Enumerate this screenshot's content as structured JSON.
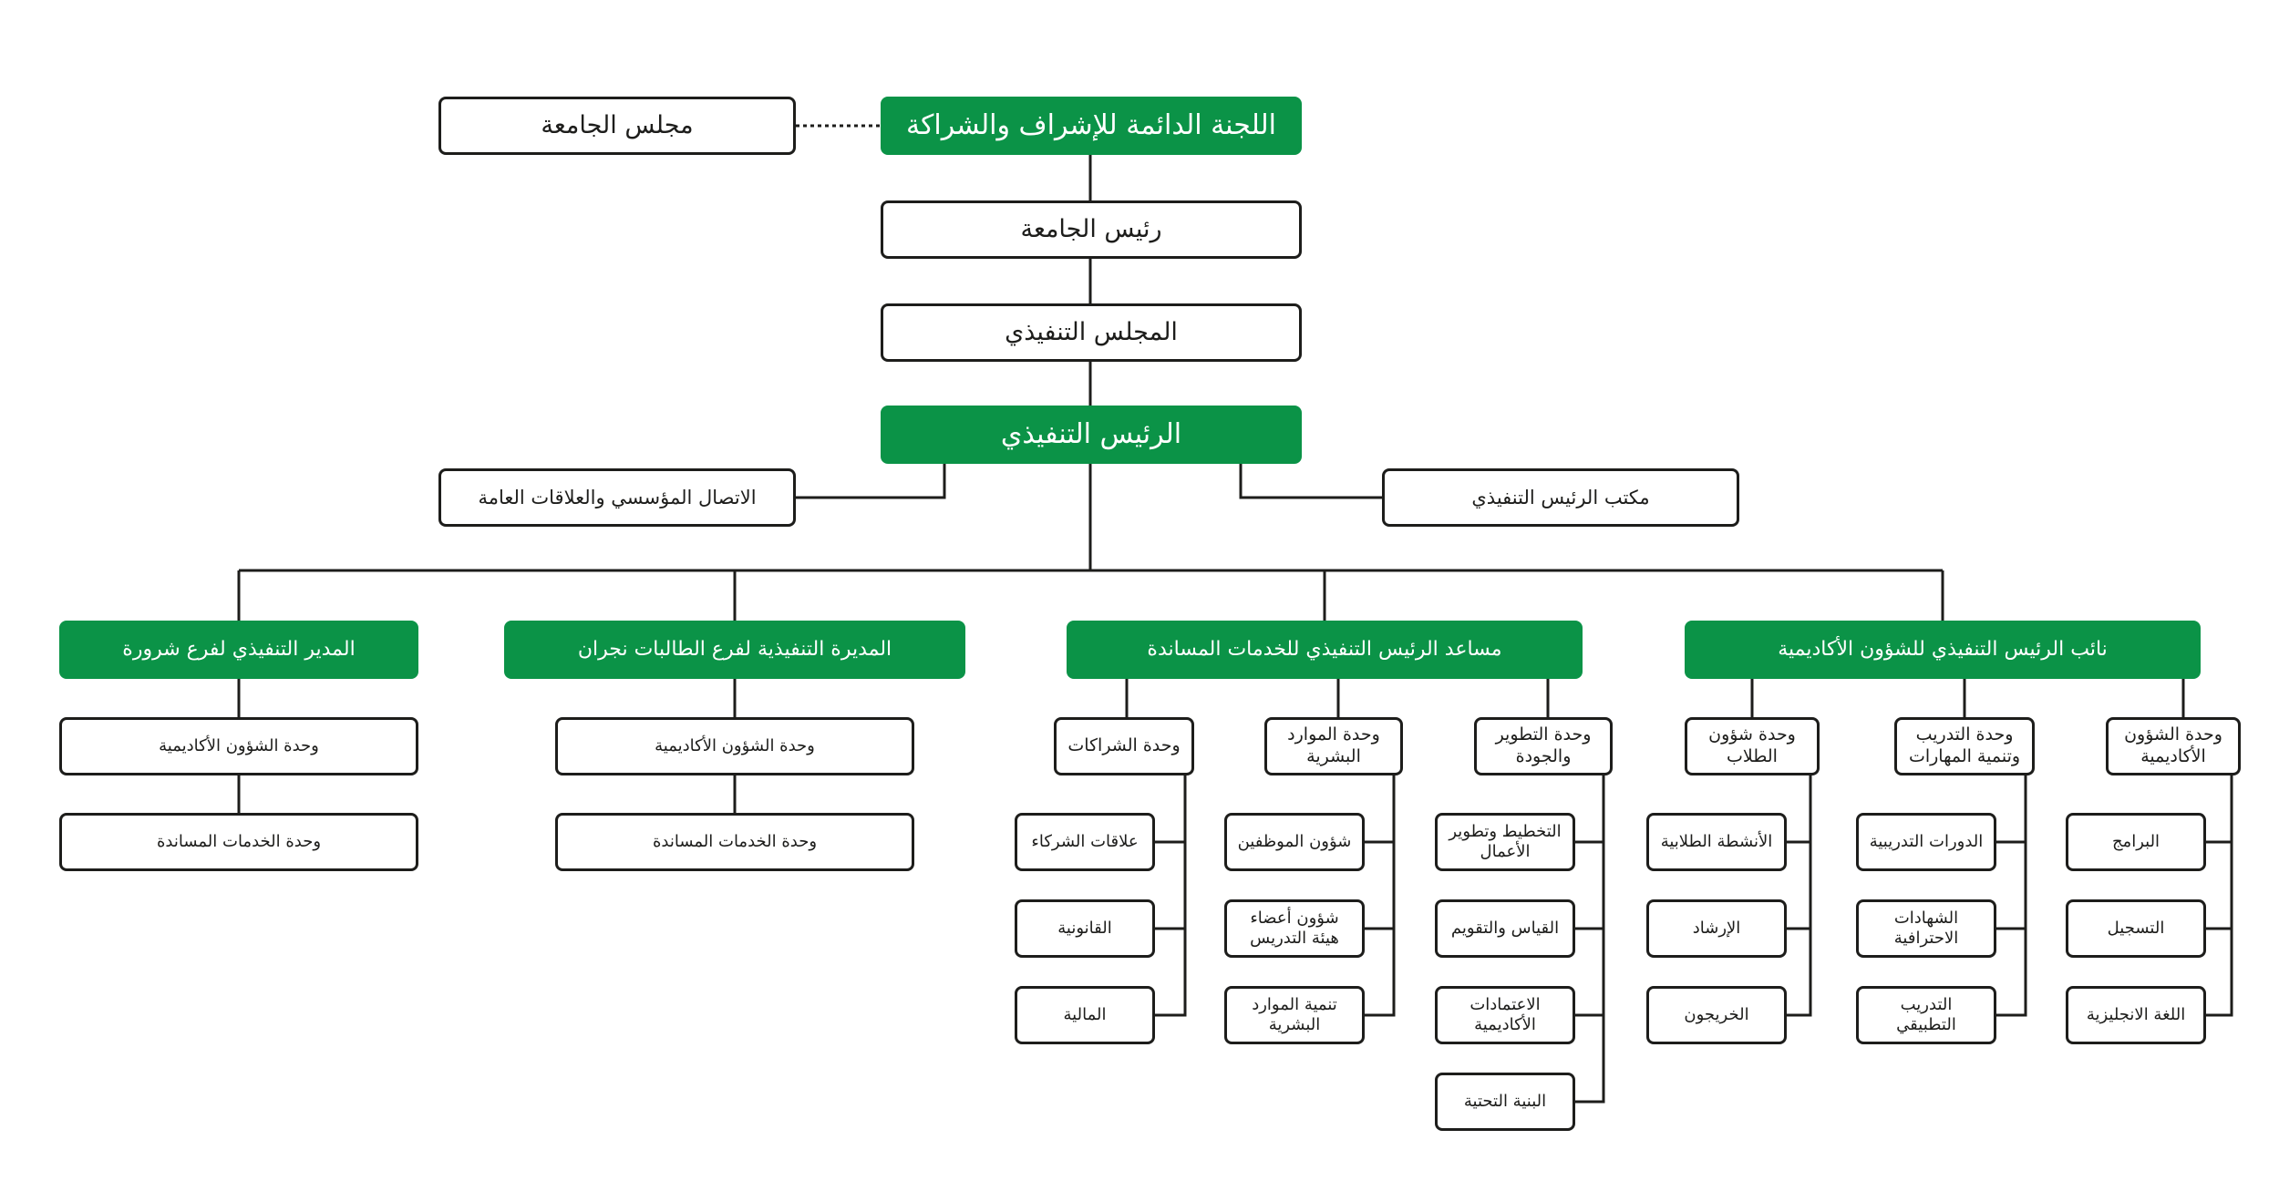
{
  "colors": {
    "primary": "#0b9347",
    "line": "#1d1d1b",
    "box_fill": "#ffffff"
  },
  "top": {
    "committee": "اللجنة الدائمة للإشراف والشراكة",
    "university_council": "مجلس الجامعة",
    "president": "رئيس الجامعة",
    "executive_council": "المجلس التنفيذي",
    "ceo": "الرئيس التنفيذي",
    "ceo_office": "مكتب الرئيس التنفيذي",
    "communications": "الاتصال المؤسسي والعلاقات العامة"
  },
  "branches": {
    "academic": {
      "title": "نائب الرئيس التنفيذي للشؤون الأكاديمية",
      "units": [
        {
          "title": "وحدة الشؤون الأكاديمية",
          "items": [
            "البرامج",
            "التسجيل",
            "اللغة الانجليزية"
          ]
        },
        {
          "title": "وحدة التدريب وتنمية المهارات",
          "items": [
            "الدورات التدريبية",
            "الشهادات الاحترافية",
            "التدريب التطبيقي"
          ]
        },
        {
          "title": "وحدة شؤون الطلاب",
          "items": [
            "الأنشطة الطلابية",
            "الإرشاد",
            "الخريجون"
          ]
        }
      ]
    },
    "support": {
      "title": "مساعد الرئيس التنفيذي للخدمات المساندة",
      "units": [
        {
          "title": "وحدة التطوير والجودة",
          "items": [
            "التخطيط وتطوير الأعمال",
            "القياس والتقويم",
            "الاعتمادات الأكاديمية",
            "البنية التحتية"
          ]
        },
        {
          "title": "وحدة الموارد البشرية",
          "items": [
            "شؤون الموظفين",
            "شؤون أعضاء هيئة التدريس",
            "تنمية الموارد البشرية"
          ]
        },
        {
          "title": "وحدة الشراكات",
          "items": [
            "علاقات الشركاء",
            "القانونية",
            "المالية"
          ]
        }
      ]
    },
    "najran": {
      "title": "المديرة التنفيذية لفرع الطالبات نجران",
      "units": [
        "وحدة الشؤون الأكاديمية",
        "وحدة الخدمات المساندة"
      ]
    },
    "sharurah": {
      "title": "المدير التنفيذي لفرع شرورة",
      "units": [
        "وحدة الشؤون الأكاديمية",
        "وحدة الخدمات المساندة"
      ]
    }
  }
}
